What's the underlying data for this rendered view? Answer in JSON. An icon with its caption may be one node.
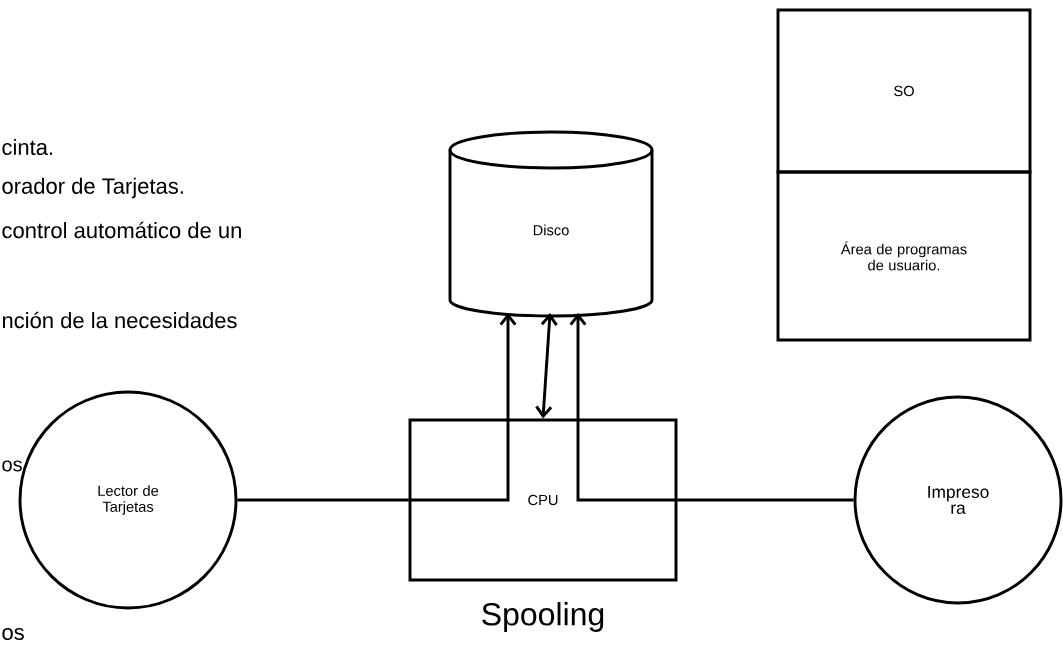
{
  "diagram": {
    "nodes": [
      {
        "text": [
          "Disco"
        ]
      },
      {
        "text": [
          "SO"
        ]
      },
      {
        "text": [
          "Área de programas de usuario."
        ]
      },
      {
        "text": [
          "Lector de Tarjetas"
        ]
      },
      {
        "text": [
          "CPU"
        ],
        "beside": [
          "Spooling"
        ]
      },
      {
        "text": [
          "Impreso ra"
        ]
      }
    ],
    "edges": [
      {
        "from": 3,
        "to": 4,
        "arrow": "none"
      },
      {
        "from": 4,
        "to": 0,
        "arrow": "to"
      },
      {
        "from": 4,
        "to": 0,
        "arrow": "both"
      },
      {
        "from": 4,
        "to": 0,
        "arrow": "to"
      },
      {
        "from": 5,
        "to": 4,
        "arrow": "none"
      }
    ],
    "labels": [
      "cinta.",
      "orador de Tarjetas.",
      "control automático de un",
      "nción de la necesidades",
      "os",
      "os"
    ]
  }
}
